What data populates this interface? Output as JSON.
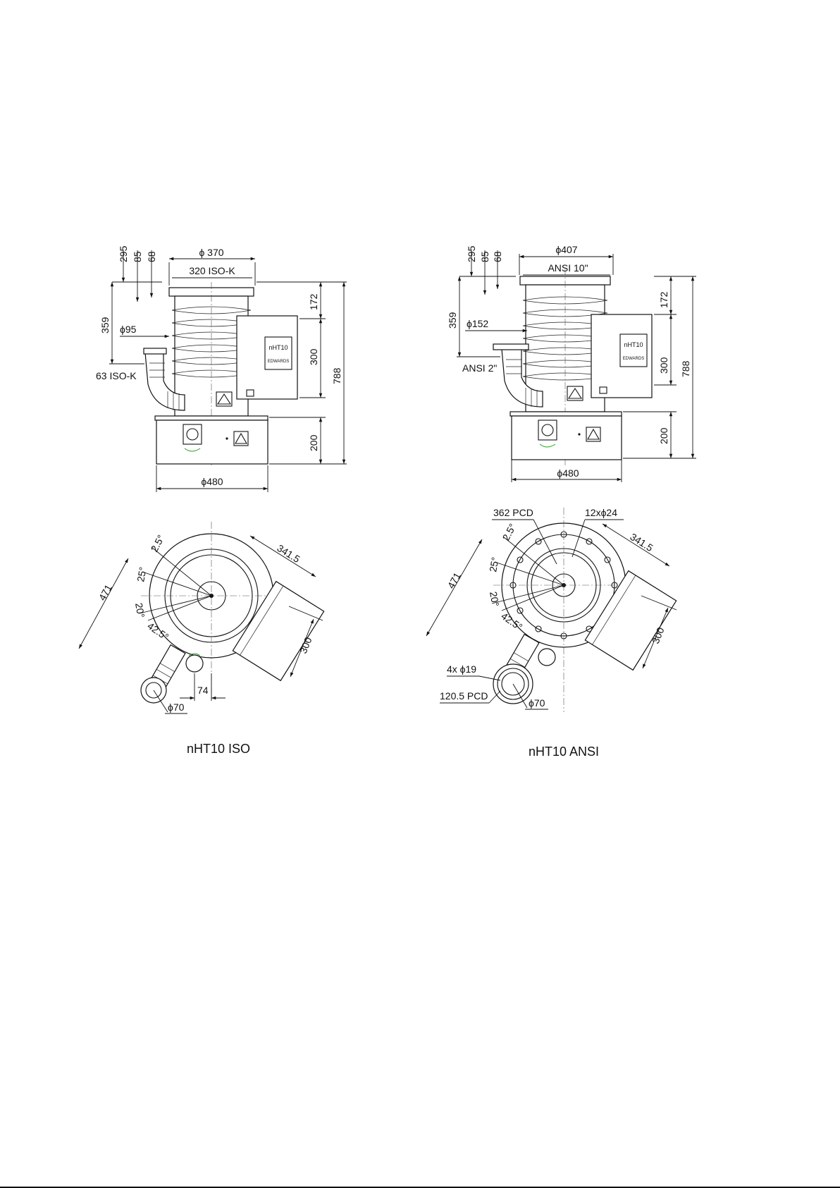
{
  "colors": {
    "ink": "#111111",
    "background": "#ffffff",
    "detail": "#2a9a2a"
  },
  "drawings": [
    {
      "caption": "nHT10 ISO",
      "side": {
        "top_flange_diameter": "ϕ 370",
        "top_flange": "320 ISO-K",
        "heights_left": [
          "295",
          "85",
          "68"
        ],
        "left_height": "359",
        "port_diameter": "ϕ95",
        "foreline": "63 ISO-K",
        "upper": "172",
        "controller": "300",
        "base": "200",
        "total": "788",
        "base_diameter": "ϕ480",
        "controller_label": "nHT10",
        "brand_label": "EDWARDS"
      },
      "top": {
        "angles": [
          "2.5°",
          "25°",
          "20°",
          "42.5°"
        ],
        "length": "471",
        "offset": "341.5",
        "width": "300",
        "port_offset": "74",
        "port_diameter": "ϕ70"
      }
    },
    {
      "caption": "nHT10 ANSI",
      "side": {
        "top_flange_diameter": "ϕ407",
        "top_flange": "ANSI 10\"",
        "heights_left": [
          "295",
          "85",
          "68"
        ],
        "left_height": "359",
        "port_diameter": "ϕ152",
        "foreline": "ANSI 2\"",
        "upper": "172",
        "controller": "300",
        "base": "200",
        "total": "788",
        "base_diameter": "ϕ480",
        "controller_label": "nHT10",
        "brand_label": "EDWARDS"
      },
      "top": {
        "pcd": "362 PCD",
        "holes": "12xϕ24",
        "angles": [
          "2.5°",
          "25°",
          "20°",
          "42.5°"
        ],
        "length": "471",
        "offset": "341.5",
        "width": "300",
        "foreline_holes": "4x ϕ19",
        "foreline_pcd": "120.5 PCD",
        "port_diameter": "ϕ70"
      }
    }
  ]
}
